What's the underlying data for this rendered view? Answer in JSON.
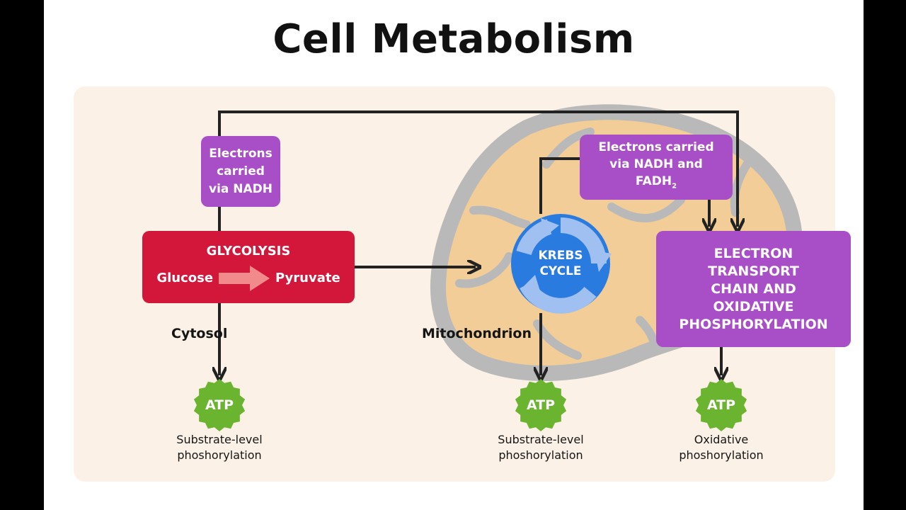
{
  "title": "Cell Metabolism",
  "colors": {
    "glycolysis": "#d2173b",
    "purple_box": "#a84fc8",
    "krebs": "#2a7be0",
    "krebs_arrows": "#9fc0f0",
    "atp": "#6ab42f",
    "mitochondrion_fill": "#f2cd98",
    "mitochondrion_membrane": "#b9b9b9",
    "panel": "#fbf1e6"
  },
  "boxes": {
    "nadh": {
      "lines": [
        "Electrons",
        "carried",
        "via NADH"
      ]
    },
    "nadh_fadh": {
      "line1": "Electrons carried",
      "line2": "via NADH and",
      "line3": "FADH",
      "subscript": "2"
    },
    "glycolysis": {
      "title": "GLYCOLYSIS",
      "input": "Glucose",
      "output": "Pyruvate"
    },
    "krebs": {
      "lines": [
        "KREBS",
        "CYCLE"
      ]
    },
    "etc": {
      "lines": [
        "ELECTRON",
        "TRANSPORT",
        "CHAIN AND",
        "OXIDATIVE",
        "PHOSPHORYLATION"
      ]
    }
  },
  "labels": {
    "cytosol": "Cytosol",
    "mitochondrion": "Mitochondrion"
  },
  "atp": [
    {
      "text": "ATP",
      "caption": [
        "Substrate-level",
        "phoshorylation"
      ]
    },
    {
      "text": "ATP",
      "caption": [
        "Substrate-level",
        "phoshorylation"
      ]
    },
    {
      "text": "ATP",
      "caption": [
        "Oxidative",
        "phoshorylation"
      ]
    }
  ]
}
